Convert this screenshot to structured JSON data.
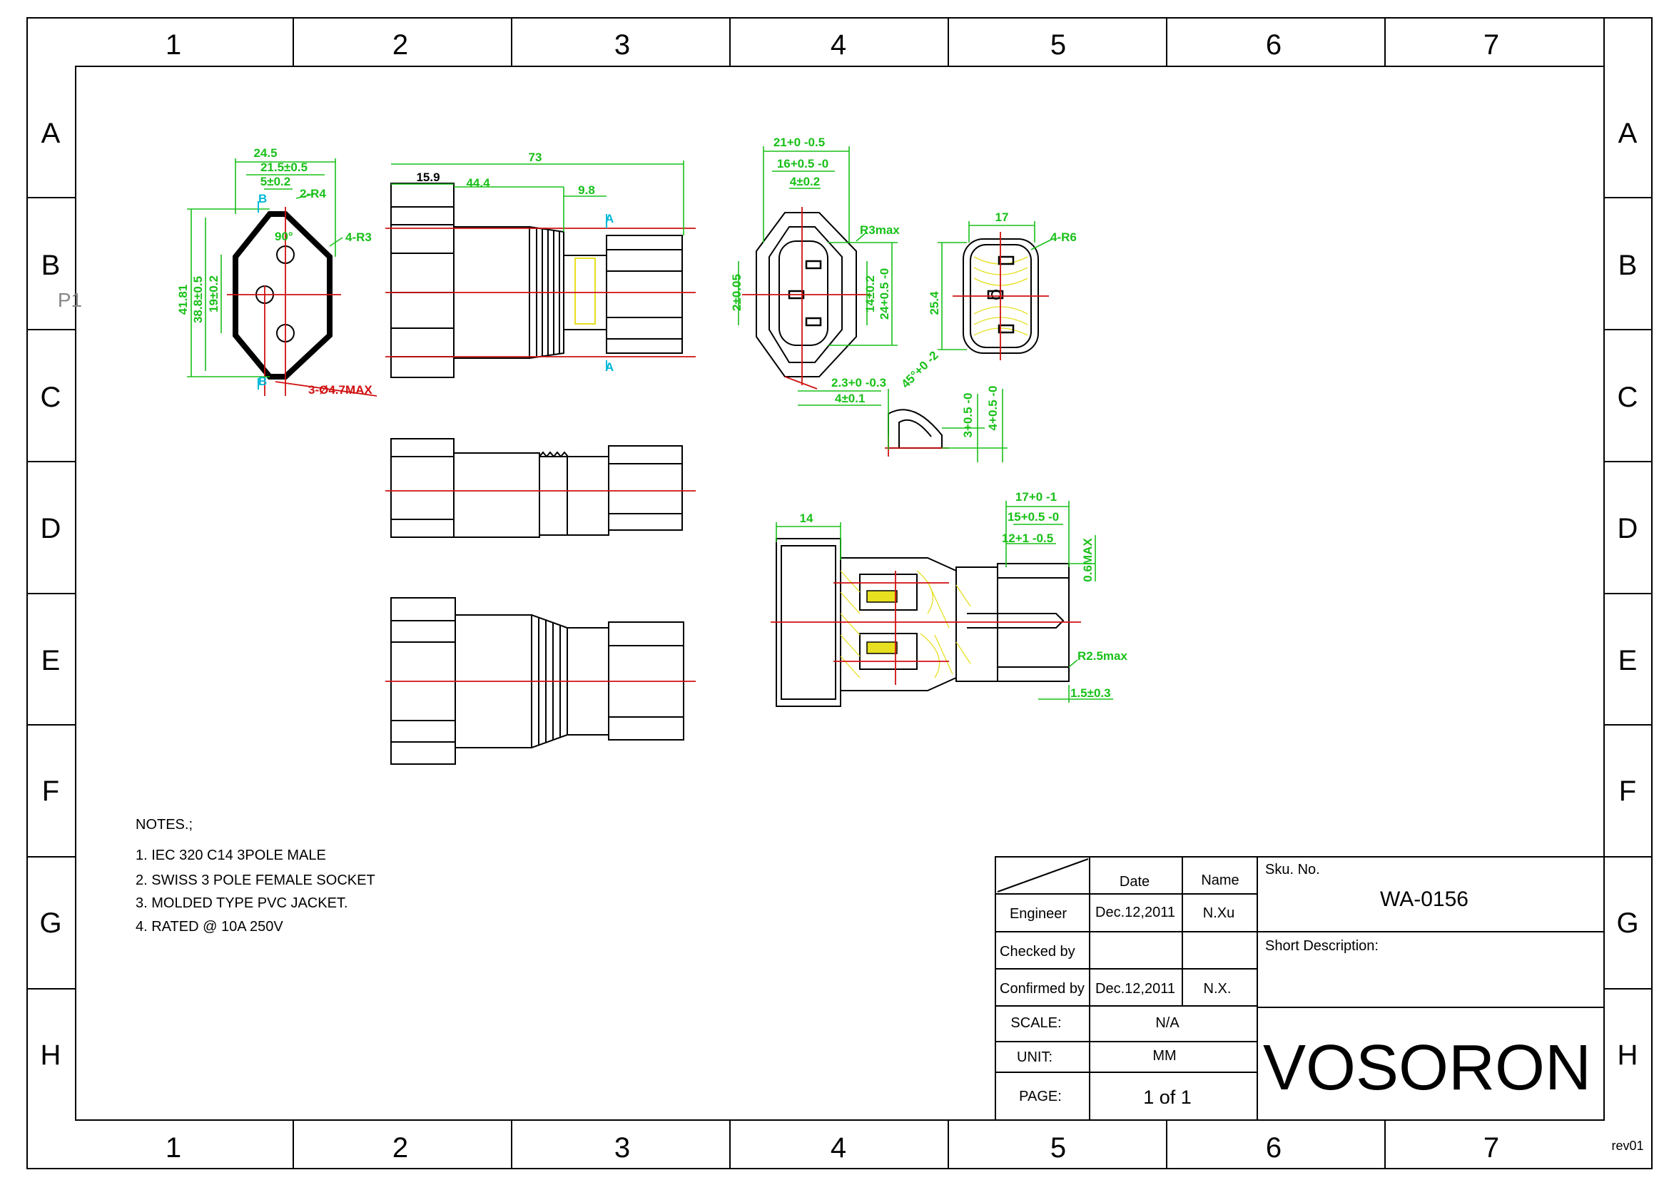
{
  "sheet": {
    "columns": [
      "1",
      "2",
      "3",
      "4",
      "5",
      "6",
      "7"
    ],
    "rows": [
      "A",
      "B",
      "C",
      "D",
      "E",
      "F",
      "G",
      "H"
    ],
    "side_mark": "P1",
    "revision": "rev01"
  },
  "drawing": {
    "front_view": {
      "dims": [
        "24.5",
        "21.5±0.5",
        "5±0.2",
        "2-R4",
        "4-R3",
        "90°",
        "41.81",
        "38.8±0.5",
        "19±0.2",
        "3-Ø4.7MAX",
        "B",
        "B"
      ]
    },
    "side_view": {
      "dims": [
        "73",
        "15.9",
        "44.4",
        "9.8",
        "A",
        "A"
      ]
    },
    "plug_face": {
      "dims": [
        "21+0 -0.5",
        "16+0.5 -0",
        "4±0.2",
        "R3max",
        "2±0.05",
        "14±0.2",
        "24+0.5 -0",
        "2.3+0 -0.3",
        "4±0.1"
      ]
    },
    "plug_back": {
      "dims": [
        "17",
        "4-R6",
        "25.4"
      ]
    },
    "pin_detail": {
      "dims": [
        "45°+0 -2",
        "3+0.5 -0",
        "4+0.5 -0"
      ]
    },
    "section_view": {
      "dims": [
        "14",
        "17+0 -1",
        "15+0.5 -0",
        "12+1 -0.5",
        "0.6MAX",
        "R2.5max",
        "1.5±0.3"
      ]
    }
  },
  "notes": {
    "heading": "NOTES.;",
    "items": [
      "1. IEC 320 C14 3POLE MALE",
      "2. SWISS 3 POLE FEMALE SOCKET",
      "3. MOLDED TYPE PVC JACKET.",
      "4. RATED @ 10A 250V"
    ]
  },
  "title_block": {
    "col_date": "Date",
    "col_name": "Name",
    "engineer_label": "Engineer",
    "engineer_date": "Dec.12,2011",
    "engineer_name": "N.Xu",
    "checked_label": "Checked by",
    "confirmed_label": "Confirmed by",
    "confirmed_date": "Dec.12,2011",
    "confirmed_name": "N.X.",
    "scale_label": "SCALE:",
    "scale_value": "N/A",
    "unit_label": "UNIT:",
    "unit_value": "MM",
    "page_label": "PAGE:",
    "page_value": "1 of 1",
    "sku_label": "Sku. No.",
    "sku_value": "WA-0156",
    "short_desc_label": "Short Description:",
    "company": "VOSORON"
  }
}
